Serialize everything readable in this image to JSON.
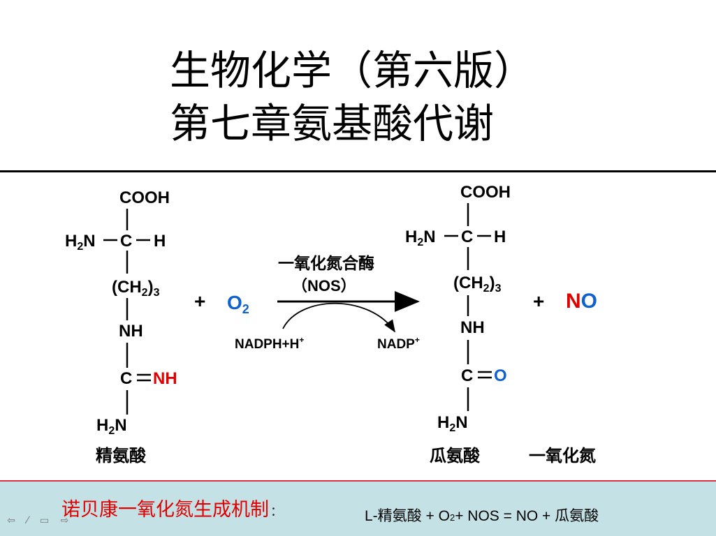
{
  "title": {
    "line1": "生物化学（第六版）",
    "line2": "第七章氨基酸代谢"
  },
  "reaction": {
    "arginine": {
      "cooh": "COOH",
      "h2n_top": "H",
      "h2n_top_sub": "2",
      "h2n_top_n": "N",
      "c_center": "C",
      "h_right": "H",
      "ch2_open": "(CH",
      "ch2_sub": "2",
      "ch2_close": ")",
      "ch2_count": "3",
      "nh": "NH",
      "c_double": "C",
      "double_bond": "=",
      "nh_red": "NH",
      "h2n_bottom": "H",
      "h2n_bottom_sub": "2",
      "h2n_bottom_n": "N",
      "name": "精氨酸"
    },
    "plus_1": "+",
    "oxygen": {
      "symbol": "O",
      "sub": "2"
    },
    "enzyme": {
      "name": "一氧化氮合酶",
      "abbr": "（NOS）"
    },
    "cofactor_in": {
      "text": "NADPH+H",
      "sup": "+"
    },
    "cofactor_out": {
      "text": "NADP",
      "sup": "+"
    },
    "citrulline": {
      "cooh": "COOH",
      "h2n_top": "H",
      "h2n_top_sub": "2",
      "h2n_top_n": "N",
      "c_center": "C",
      "h_right": "H",
      "ch2_open": "(CH",
      "ch2_sub": "2",
      "ch2_close": ")",
      "ch2_count": "3",
      "nh": "NH",
      "c_double": "C",
      "double_bond": "=",
      "o_blue": "O",
      "h2n_bottom": "H",
      "h2n_bottom_sub": "2",
      "h2n_bottom_n": "N",
      "name": "瓜氨酸"
    },
    "plus_2": "+",
    "nitric_oxide": {
      "n": "N",
      "o": "O",
      "name": "一氧化氮"
    }
  },
  "footer": {
    "caption": "诺贝康一氧化氮生成机制",
    "colon": "：",
    "equation_part1": "L-精氨酸 + O",
    "equation_sub": "2",
    "equation_part2": "+ NOS = NO + 瓜氨酸"
  },
  "nav": {
    "symbols": "⇦ ⁄ ▭ ⇨"
  },
  "colors": {
    "red": "#e00000",
    "blue": "#1060d0",
    "footer_bg": "#c4e2e6",
    "footer_border": "#d93040"
  }
}
